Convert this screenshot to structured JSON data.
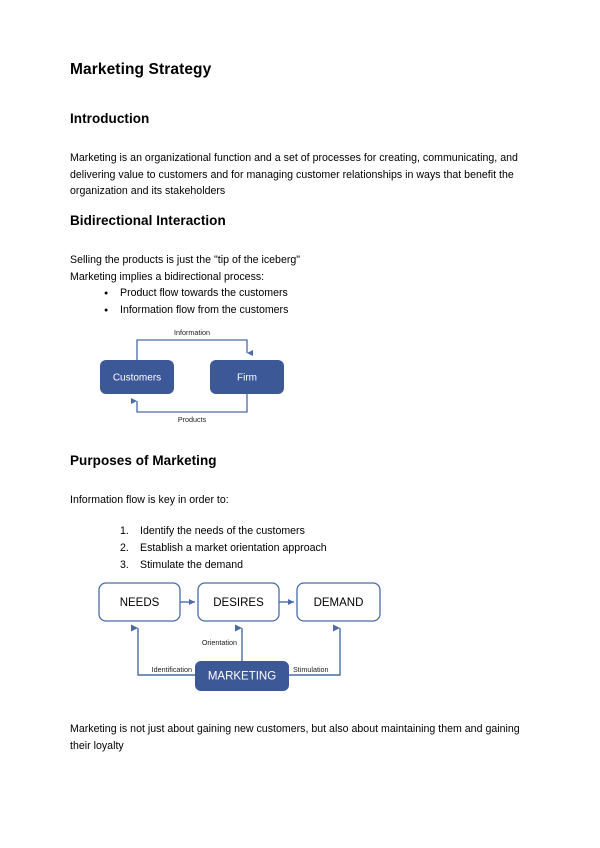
{
  "document": {
    "title": "Marketing Strategy"
  },
  "sections": {
    "introduction": {
      "heading": "Introduction",
      "paragraph": "Marketing is an organizational function and a set of processes for creating, communicating, and delivering value to customers and for managing customer relationships in ways that benefit the organization and its stakeholders"
    },
    "bidirectional": {
      "heading": "Bidirectional Interaction",
      "line1": "Selling the products is just the \"tip of the iceberg\"",
      "line2": "Marketing implies a bidirectional process:",
      "bullets": [
        "Product flow towards the customers",
        "Information flow from the customers"
      ]
    },
    "purposes": {
      "heading": "Purposes of Marketing",
      "intro": "Information flow is key in order to:",
      "items": [
        "Identify the needs of the customers",
        "Establish a market orientation approach",
        "Stimulate the demand"
      ]
    },
    "closing": {
      "paragraph": "Marketing is not just about gaining new customers, but also about maintaining them and gaining their loyalty"
    }
  },
  "diagram_bidirectional": {
    "nodes": [
      {
        "id": "customers",
        "label": "Customers"
      },
      {
        "id": "firm",
        "label": "Firm"
      }
    ],
    "edges": [
      {
        "id": "information",
        "label": "Information",
        "from": "customers",
        "to": "firm"
      },
      {
        "id": "products",
        "label": "Products",
        "from": "firm",
        "to": "customers"
      }
    ],
    "colors": {
      "node_fill": "#3d5896",
      "node_text": "#ffffff",
      "line": "#4a6ba8"
    }
  },
  "diagram_purposes": {
    "nodes": [
      {
        "id": "needs",
        "label": "NEEDS"
      },
      {
        "id": "desires",
        "label": "DESIRES"
      },
      {
        "id": "demand",
        "label": "DEMAND"
      },
      {
        "id": "marketing",
        "label": "MARKETING"
      }
    ],
    "edges": [
      {
        "id": "identification",
        "label": "Identification",
        "from": "marketing",
        "to": "needs"
      },
      {
        "id": "orientation",
        "label": "Orientation",
        "from": "marketing",
        "to": "desires"
      },
      {
        "id": "stimulation",
        "label": "Stimulation",
        "from": "marketing",
        "to": "demand"
      }
    ],
    "colors": {
      "box_fill": "#ffffff",
      "box_border": "#4a6ba8",
      "box_text": "#000000",
      "marketing_fill": "#3d5896",
      "marketing_text": "#ffffff",
      "line": "#4a6ba8"
    }
  }
}
